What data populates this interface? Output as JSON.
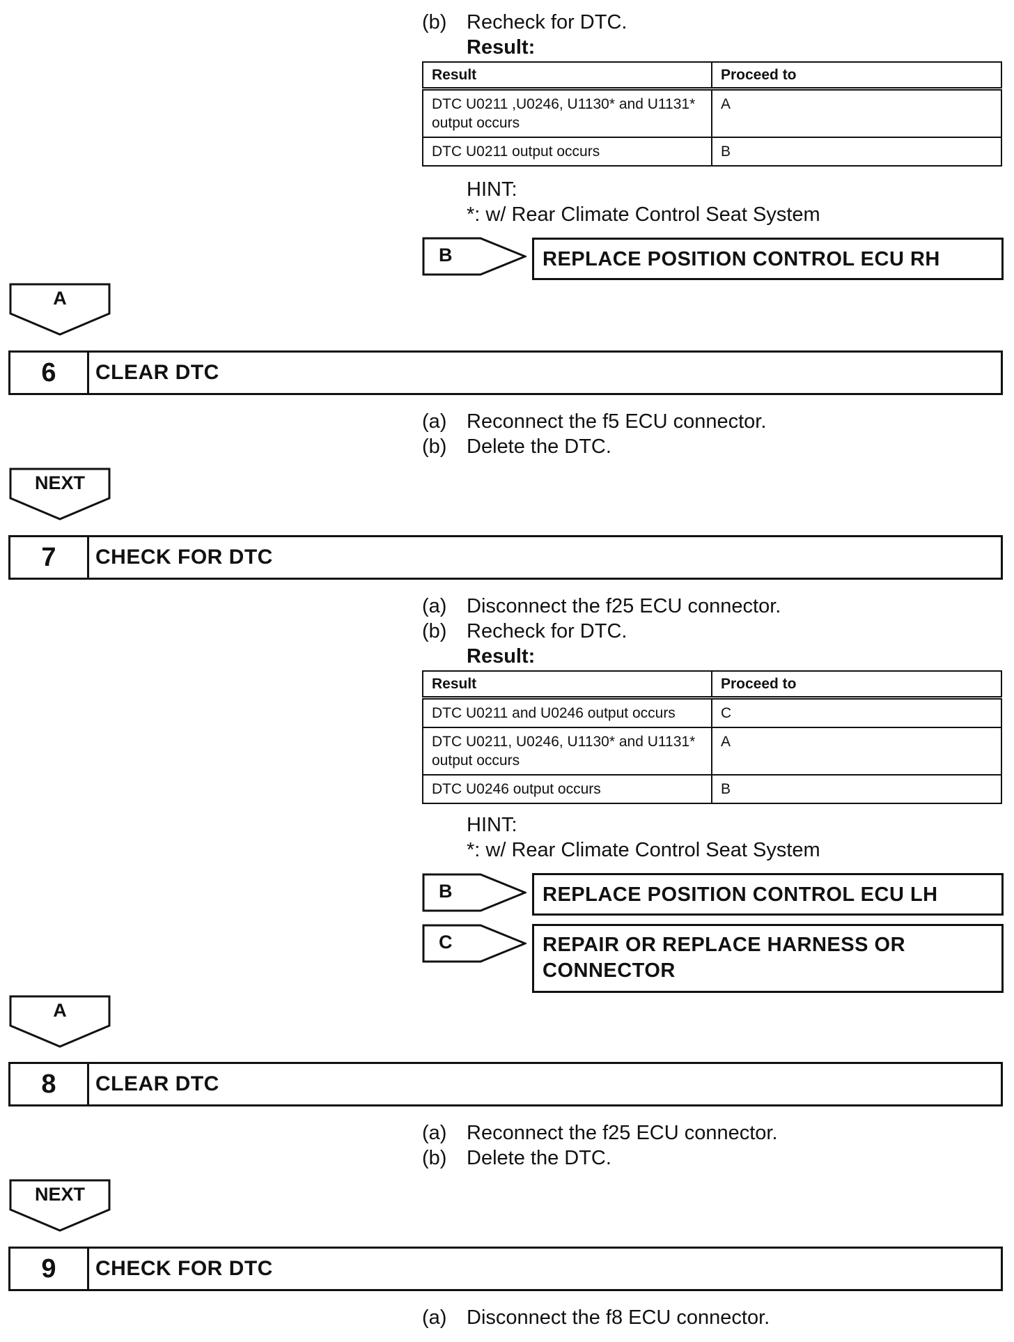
{
  "top": {
    "b_label": "(b)",
    "b_text": "Recheck for DTC.",
    "result_heading": "Result:",
    "table": {
      "headers": [
        "Result",
        "Proceed to"
      ],
      "rows": [
        [
          "DTC U0211 ,U0246, U1130* and U1131* output occurs",
          "A"
        ],
        [
          "DTC U0211 output occurs",
          "B"
        ]
      ]
    },
    "hint_label": "HINT:",
    "hint_text": "*: w/ Rear Climate Control Seat System",
    "branch_b": {
      "tag": "B",
      "text": "REPLACE POSITION CONTROL ECU RH"
    }
  },
  "arrow1": "A",
  "step6": {
    "number": "6",
    "title": "CLEAR DTC",
    "a_label": "(a)",
    "a_text": "Reconnect the f5 ECU connector.",
    "b_label": "(b)",
    "b_text": "Delete the DTC."
  },
  "arrow2": "NEXT",
  "step7": {
    "number": "7",
    "title": "CHECK FOR DTC",
    "a_label": "(a)",
    "a_text": "Disconnect the f25 ECU connector.",
    "b_label": "(b)",
    "b_text": "Recheck for DTC.",
    "result_heading": "Result:",
    "table": {
      "headers": [
        "Result",
        "Proceed to"
      ],
      "rows": [
        [
          "DTC U0211 and U0246 output occurs",
          "C"
        ],
        [
          "DTC U0211, U0246, U1130* and U1131* output occurs",
          "A"
        ],
        [
          "DTC U0246 output occurs",
          "B"
        ]
      ]
    },
    "hint_label": "HINT:",
    "hint_text": "*: w/ Rear Climate Control Seat System",
    "branch_b": {
      "tag": "B",
      "text": "REPLACE POSITION CONTROL ECU LH"
    },
    "branch_c": {
      "tag": "C",
      "line1": "REPAIR OR REPLACE HARNESS OR",
      "line2": "CONNECTOR"
    }
  },
  "arrow3": "A",
  "step8": {
    "number": "8",
    "title": "CLEAR DTC",
    "a_label": "(a)",
    "a_text": "Reconnect the f25 ECU connector.",
    "b_label": "(b)",
    "b_text": "Delete the DTC."
  },
  "arrow4": "NEXT",
  "step9": {
    "number": "9",
    "title": "CHECK FOR DTC",
    "a_label": "(a)",
    "a_text": "Disconnect the f8 ECU connector."
  }
}
